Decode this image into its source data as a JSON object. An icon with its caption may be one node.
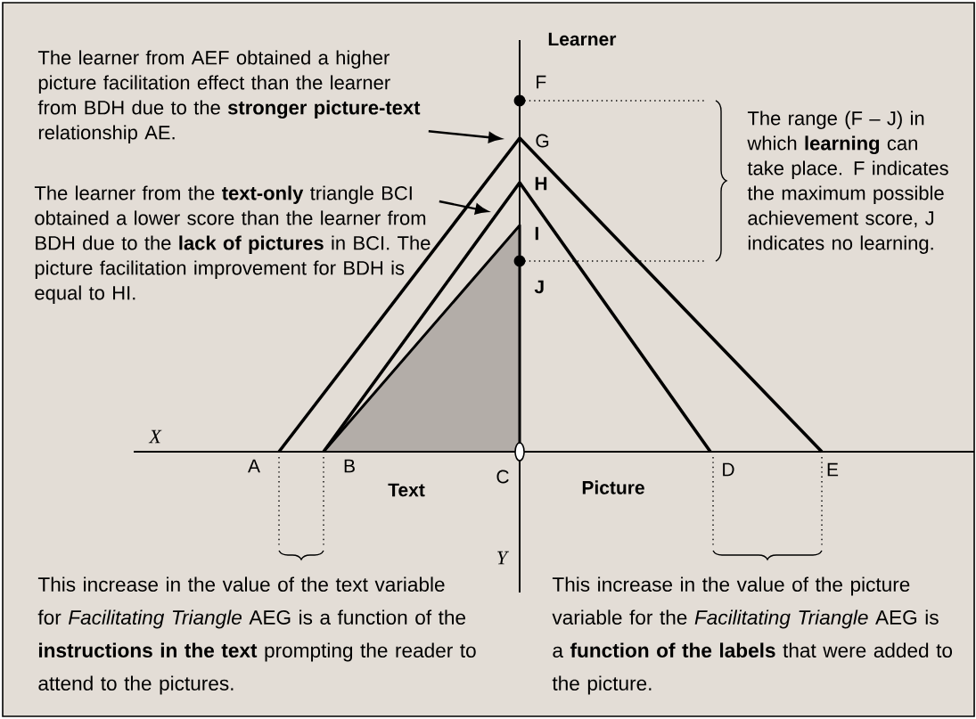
{
  "diagram": {
    "nodes": [
      {
        "text": [
          "The learner from AEF obtained a higher picture facilitation effect than the learner from BDH due to the **stronger picture-text** relationship AE."
        ]
      },
      {
        "text": [
          "The learner from the **text-only** triangle BCI obtained a lower score than the learner from BDH due to the **lack of pictures** in BCI. The picture facilitation improvement for BDH is equal to HI."
        ]
      }
    ],
    "edges": [
      {
        "from": 0,
        "to": null,
        "arrow": "to"
      },
      {
        "from": 1,
        "to": null,
        "arrow": "to"
      }
    ],
    "labels": [
      "Learner",
      "F",
      "G",
      "H",
      "I",
      "J",
      "The range (F – J) in which **learning** can take place. F indicates the maximum possible achievement score, J indicates no learning.",
      "X",
      "A",
      "B",
      "C",
      "Text",
      "Picture",
      "D",
      "E",
      "Y",
      "This increase in the value of the text variable for *Facilitating Triangle* AEG is a function of the **instructions in the text** prompting the reader to attend to the pictures.",
      "This increase in the value of the picture variable for the *Facilitating Triangle* AEG is a **function of the labels** that were added to the picture."
    ]
  }
}
